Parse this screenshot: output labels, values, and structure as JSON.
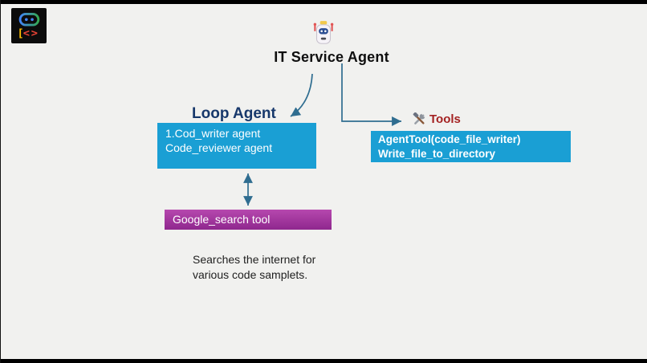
{
  "canvas": {
    "background": "#f1f1ef",
    "frame_bar_color": "#000000"
  },
  "logo": {
    "name": "agent-dev-kit-logo",
    "background": "#0c0c0c",
    "bracket": "[",
    "angle_left": "<",
    "angle_right": ">",
    "colors": {
      "blue": "#4285F4",
      "green": "#34A853",
      "yellow": "#FBBC05",
      "red": "#EA4335"
    }
  },
  "header": {
    "icon": "robot-emoji",
    "title": "IT Service Agent"
  },
  "loop_agent": {
    "label": "Loop Agent",
    "label_color": "#17386b",
    "box_color": "#1a9fd4",
    "lines": [
      "1.Cod_writer agent",
      "Code_reviewer agent"
    ]
  },
  "tools": {
    "icon": "hammer-wrench-emoji",
    "label": "Tools",
    "label_color": "#a42222",
    "box_color": "#1a9fd4",
    "lines": [
      "AgentTool(code_file_writer)",
      "Write_file_to_directory"
    ]
  },
  "google_search": {
    "label": "Google_search tool",
    "gradient_top": "#b648ae",
    "gradient_bottom": "#8f278e"
  },
  "description": {
    "lines": [
      "Searches the internet for",
      "various code samplets."
    ]
  },
  "arrows": {
    "color": "#2f6d90"
  }
}
